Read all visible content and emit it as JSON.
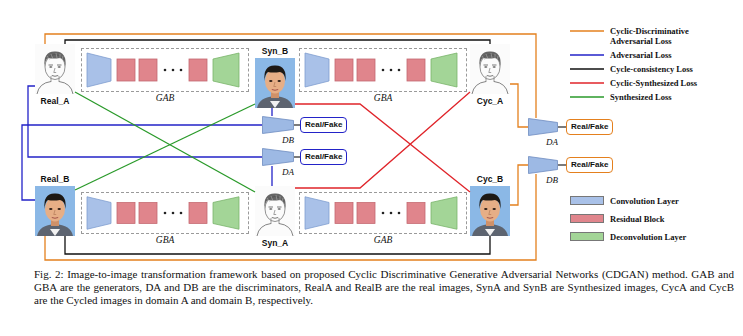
{
  "diagram": {
    "caption": "Fig. 2: Image-to-image transformation framework based on proposed Cyclic Discriminative Generative Adversarial Networks (CDGAN) method. GAB and GBA are the generators, DA and DB are the discriminators, RealA and RealB are the real images, SynA and SynB are Synthesized images, CycA and CycB are the Cycled images in domain A and domain B, respectively.",
    "nodes": [
      {
        "text": [
          "Real_A"
        ]
      },
      {
        "text": [
          "GAB"
        ]
      },
      {
        "text": [
          "Syn_B"
        ]
      },
      {
        "text": [
          "GBA"
        ]
      },
      {
        "text": [
          "Cyc_A"
        ]
      },
      {
        "text": [
          "DB"
        ]
      },
      {
        "text": [
          "Real/Fake"
        ]
      },
      {
        "text": [
          "DA"
        ]
      },
      {
        "text": [
          "Real/Fake"
        ]
      },
      {
        "text": [
          "DA"
        ]
      },
      {
        "text": [
          "Real/Fake"
        ]
      },
      {
        "text": [
          "DB"
        ]
      },
      {
        "text": [
          "Real/Fake"
        ]
      },
      {
        "text": [
          "Real_B"
        ]
      },
      {
        "text": [
          "GBA"
        ]
      },
      {
        "text": [
          "Syn_A"
        ]
      },
      {
        "text": [
          "GAB"
        ]
      },
      {
        "text": [
          "Cyc_B"
        ]
      }
    ],
    "edges": [
      {
        "from": 0,
        "to": 9,
        "arrow": "none"
      },
      {
        "from": 4,
        "to": 9,
        "arrow": "none"
      },
      {
        "from": 13,
        "to": 11,
        "arrow": "none"
      },
      {
        "from": 17,
        "to": 11,
        "arrow": "none"
      },
      {
        "from": 0,
        "to": 7,
        "arrow": "none"
      },
      {
        "from": 15,
        "to": 7,
        "arrow": "none"
      },
      {
        "from": 2,
        "to": 5,
        "arrow": "none"
      },
      {
        "from": 13,
        "to": 5,
        "arrow": "none"
      },
      {
        "from": 0,
        "to": 4,
        "arrow": "none"
      },
      {
        "from": 13,
        "to": 17,
        "arrow": "none"
      },
      {
        "from": 2,
        "to": 17,
        "arrow": "none"
      },
      {
        "from": 15,
        "to": 4,
        "arrow": "none"
      },
      {
        "from": 0,
        "to": 15,
        "arrow": "none"
      },
      {
        "from": 13,
        "to": 2,
        "arrow": "none"
      },
      {
        "from": 5,
        "to": 6,
        "arrow": "none"
      },
      {
        "from": 7,
        "to": 8,
        "arrow": "none"
      },
      {
        "from": 9,
        "to": 10,
        "arrow": "none"
      },
      {
        "from": 11,
        "to": 12,
        "arrow": "none"
      }
    ],
    "legend": [
      {
        "text": "Cyclic-Discriminative Adversarial Loss"
      },
      {
        "text": "Adversarial Loss"
      },
      {
        "text": "Cycle-consistency Loss"
      },
      {
        "text": "Cyclic-Synthesized Loss"
      },
      {
        "text": "Synthesized Loss"
      },
      {
        "text": "Convolution Layer",
        "color": "#a9c1e8"
      },
      {
        "text": "Residual Block",
        "color": "#e0858c"
      },
      {
        "text": "Deconvolution Layer",
        "color": "#a3d597"
      }
    ]
  }
}
